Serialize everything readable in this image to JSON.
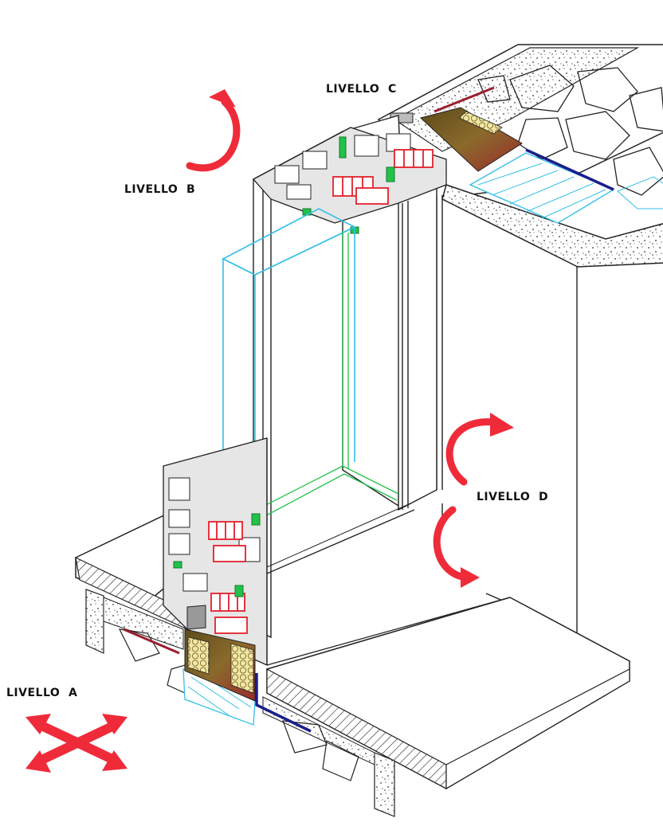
{
  "labels": {
    "livello_a": "LIVELLO  A",
    "livello_b": "LIVELLO  B",
    "livello_c": "LIVELLO  C",
    "livello_d": "LIVELLO  D"
  },
  "colors": {
    "arrow": "#ef2b3a",
    "line": "#222222",
    "glass": "#35c0e8",
    "gasket": "#22c24a",
    "thermal_break": "#e4202c",
    "insulation_fill": "#f2e6a0",
    "membrane": "#1a1f8a",
    "flashing": "#9a1f2e",
    "sealant": "#7a5a22"
  },
  "icons": {
    "rotation_b": "curved-arrow-icon",
    "rotation_d": "double-curved-arrow-icon",
    "movement_a": "four-way-arrow-icon"
  }
}
